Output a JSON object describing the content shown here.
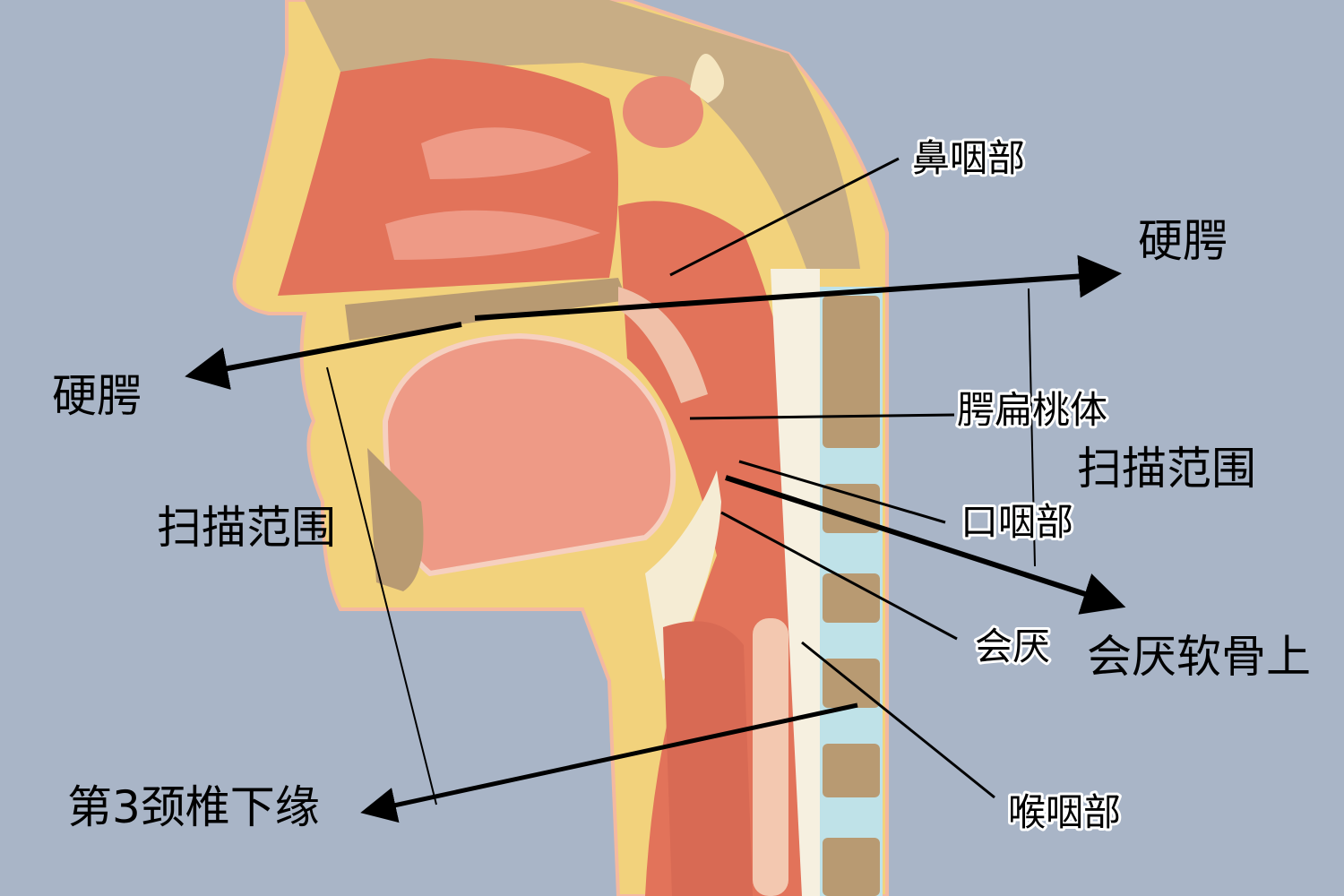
{
  "colors": {
    "background": "#a9b5c7",
    "skin": "#f2d27c",
    "mucosa": "#e2735a",
    "tongue": "#ee9a86",
    "bone": "#b89a72",
    "disc": "#bfe2e8"
  },
  "labels": {
    "nasopharynx": "鼻咽部",
    "hard_palate_right": "硬腭",
    "hard_palate_left": "硬腭",
    "palatine_tonsil": "腭扁桃体",
    "scan_range_right": "扫描范围",
    "oropharynx": "口咽部",
    "epiglottis": "会厌",
    "epiglottis_upper": "会厌软骨上",
    "laryngopharynx": "喉咽部",
    "scan_range_left": "扫描范围",
    "c3_lower_edge": "第3颈椎下缘"
  }
}
